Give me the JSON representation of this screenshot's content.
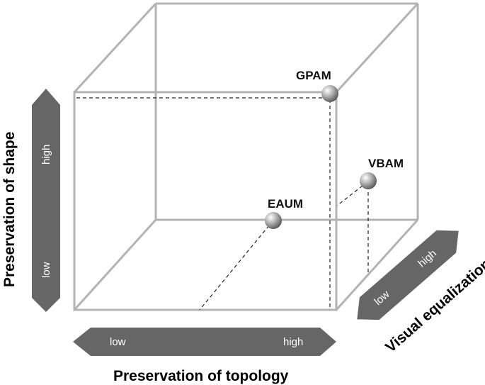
{
  "axes": {
    "shape": {
      "title": "Preservation of shape",
      "low": "low",
      "high": "high"
    },
    "topology": {
      "title": "Preservation of topology",
      "low": "low",
      "high": "high"
    },
    "visual": {
      "title": "Visual equalization",
      "low": "low",
      "high": "high"
    }
  },
  "points": [
    {
      "label": "GPAM"
    },
    {
      "label": "VBAM"
    },
    {
      "label": "EAUM"
    }
  ],
  "colors": {
    "cube_edge": "#b3b3b3",
    "arrow_fill": "#666666",
    "sphere": "#9a9a9a"
  }
}
